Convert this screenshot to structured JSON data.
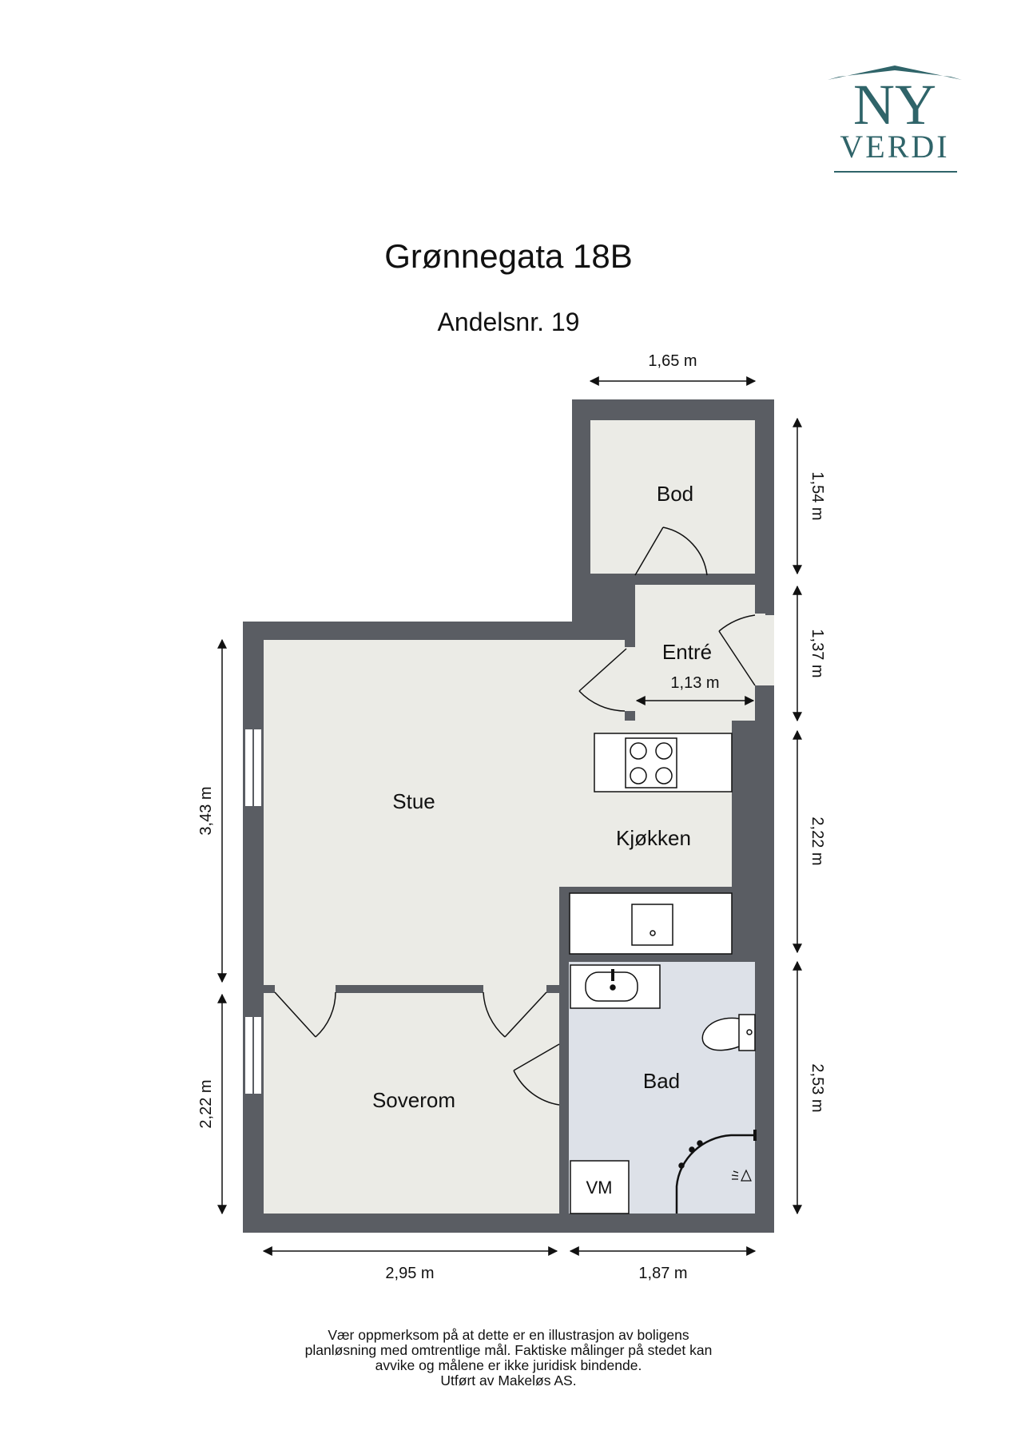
{
  "brand": {
    "logo_line1": "NY",
    "logo_line2": "VERDI",
    "color": "#2f6469"
  },
  "title": "Grønnegata 18B",
  "subtitle": "Andelsnr. 19",
  "rooms": {
    "bod": "Bod",
    "entre": "Entré",
    "stue": "Stue",
    "kjokken": "Kjøkken",
    "soverom": "Soverom",
    "bad": "Bad",
    "vm": "VM"
  },
  "dimensions": {
    "top_bod_width": "1,65 m",
    "bod_height": "1,54 m",
    "entre_height": "1,37 m",
    "entre_width": "1,13 m",
    "stue_height": "3,43 m",
    "kjokken_height": "2,22 m",
    "soverom_height": "2,22 m",
    "bad_height": "2,53 m",
    "soverom_width": "2,95 m",
    "bad_width": "1,87 m"
  },
  "disclaimer": [
    "Vær oppmerksom på at dette er en illustrasjon av boligens",
    "planløsning med omtrentlige mål. Faktiske målinger på stedet kan",
    "avvike og målene er ikke juridisk bindende.",
    "Utført av Makeløs AS."
  ],
  "colors": {
    "wall": "#5a5d63",
    "floor": "#ebebe6",
    "bath": "#dde1e8",
    "line": "#111111"
  }
}
